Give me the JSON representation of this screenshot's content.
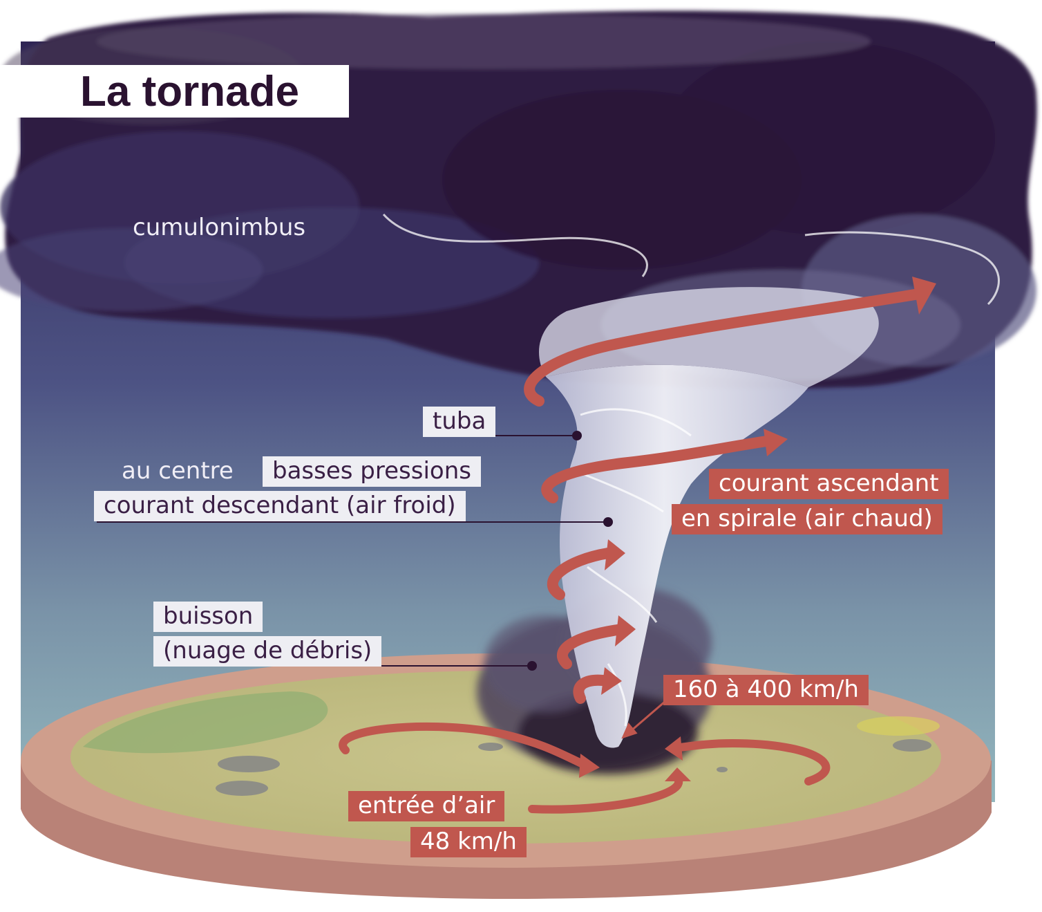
{
  "title": "La tornade",
  "labels": {
    "cumulonimbus": "cumulonimbus",
    "tuba": "tuba",
    "au_centre": "au centre",
    "basses_pressions": "basses pressions",
    "courant_descendant": "courant descendant (air froid)",
    "courant_ascendant_1": "courant ascendant",
    "courant_ascendant_2": "en spirale (air chaud)",
    "buisson_1": "buisson",
    "buisson_2": "(nuage de débris)",
    "vitesse_tornade": "160 à 400 km/h",
    "entree_air": "entrée d’air",
    "vitesse_entree": "48 km/h"
  },
  "colors": {
    "cloud": "#2e1c45",
    "sky_top": "#322a5c",
    "sky_bottom": "#8fb0ba",
    "funnel": "#e6e6f0",
    "arrow": "#c0574e",
    "ground": "#c9c488",
    "disc_edge": "#b98277"
  }
}
